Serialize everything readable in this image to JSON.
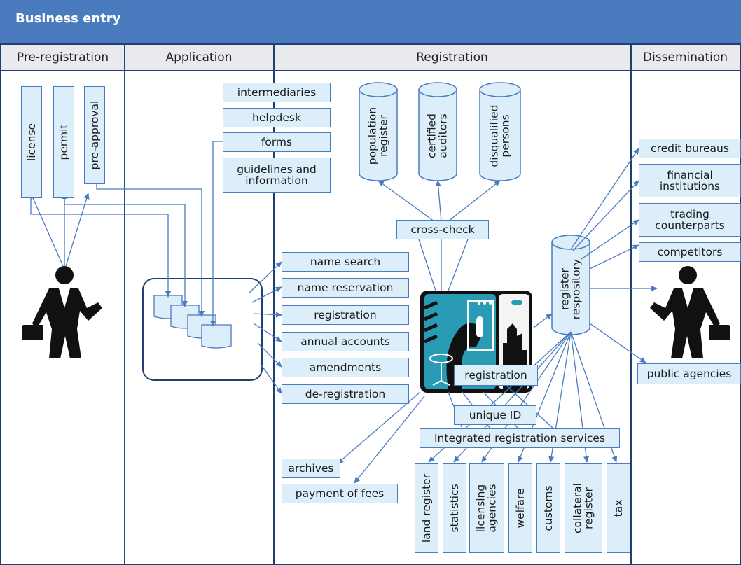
{
  "title": "Business entry",
  "columns": [
    "Pre-registration",
    "Application",
    "Registration",
    "Dissemination"
  ],
  "pre_registration": {
    "items": [
      "license",
      "permit",
      "pre-approval"
    ]
  },
  "application": {
    "support": [
      "intermediaries",
      "helpdesk",
      "forms",
      "guidelines and information"
    ]
  },
  "registration": {
    "databases": [
      "population register",
      "certified auditors",
      "disqualified persons"
    ],
    "cross_check": "cross-check",
    "services": [
      "name search",
      "name reservation",
      "registration",
      "annual accounts",
      "amendments",
      "de-registration"
    ],
    "center_label": "registration",
    "repository": "register respository",
    "unique_id": "unique ID",
    "integrated": "Integrated registration services",
    "archives": "archives",
    "payment": "payment of fees",
    "agencies": [
      "land register",
      "statistics",
      "licensing agencies",
      "welfare",
      "customs",
      "collateral register",
      "tax"
    ]
  },
  "dissemination": {
    "items": [
      "credit bureaus",
      "financial institutions",
      "trading counterparts",
      "competitors",
      "public agencies"
    ]
  },
  "colors": {
    "header": "#4a7bbf",
    "box_fill": "#ddeefb",
    "border": "#1f3f6e",
    "teal": "#2a9bb5"
  }
}
